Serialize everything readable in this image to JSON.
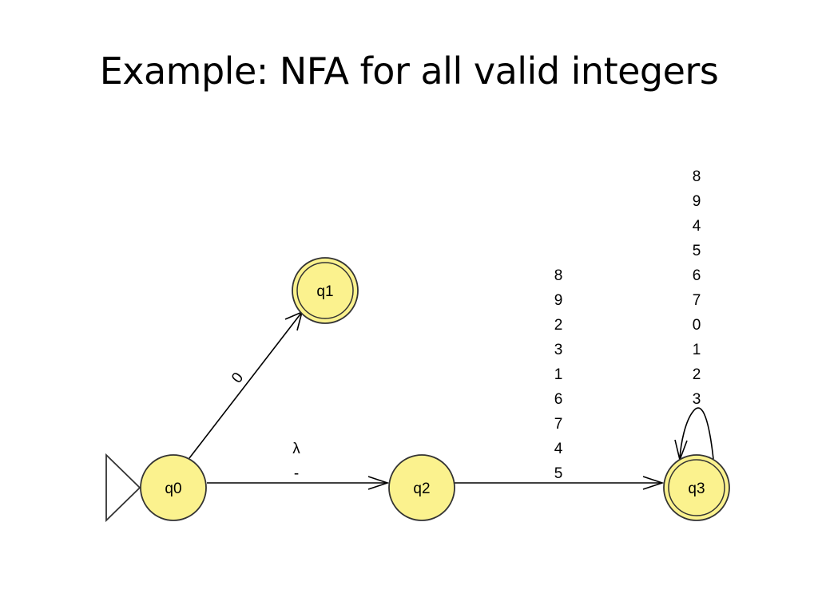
{
  "title": "Example: NFA for all valid integers",
  "colors": {
    "state_fill": "#fbf28e",
    "state_stroke": "#333333"
  },
  "states": [
    {
      "id": "q0",
      "label": "q0",
      "initial": true,
      "final": false
    },
    {
      "id": "q1",
      "label": "q1",
      "initial": false,
      "final": true
    },
    {
      "id": "q2",
      "label": "q2",
      "initial": false,
      "final": false
    },
    {
      "id": "q3",
      "label": "q3",
      "initial": false,
      "final": true
    }
  ],
  "transitions": [
    {
      "from": "q0",
      "to": "q1",
      "symbols": [
        "0"
      ]
    },
    {
      "from": "q0",
      "to": "q2",
      "symbols": [
        "λ",
        "-"
      ]
    },
    {
      "from": "q2",
      "to": "q3",
      "symbols": [
        "8",
        "9",
        "2",
        "3",
        "1",
        "6",
        "7",
        "4",
        "5"
      ]
    },
    {
      "from": "q3",
      "to": "q3",
      "symbols": [
        "8",
        "9",
        "4",
        "5",
        "6",
        "7",
        "0",
        "1",
        "2",
        "3"
      ]
    }
  ]
}
